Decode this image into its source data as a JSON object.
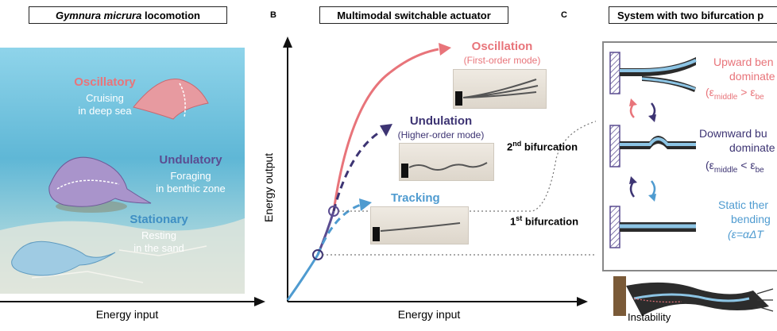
{
  "panel_a": {
    "title_italic": "Gymnura micrura",
    "title_rest": " locomotion",
    "modes": [
      {
        "name": "Oscillatory",
        "line1": "Cruising",
        "line2": "in deep sea",
        "color": "#e8747a"
      },
      {
        "name": "Undulatory",
        "line1": "Foraging",
        "line2": "in benthic zone",
        "color": "#5b4d91"
      },
      {
        "name": "Stationary",
        "line1": "Resting",
        "line2": "in the sand",
        "color": "#3f8fc4"
      }
    ],
    "xlabel": "Energy input"
  },
  "panel_b": {
    "letter": "B",
    "title": "Multimodal switchable actuator",
    "ylabel": "Energy output",
    "xlabel": "Energy input",
    "oscillation": {
      "name": "Oscillation",
      "sub": "(First-order mode)",
      "color": "#e8747a"
    },
    "undulation": {
      "name": "Undulation",
      "sub": "(Higher-order mode)",
      "color": "#3d3473"
    },
    "tracking": {
      "name": "Tracking",
      "color": "#4f9bd0"
    },
    "bifurcation2": {
      "num": "2",
      "sup": "nd",
      "text": " bifurcation"
    },
    "bifurcation1": {
      "num": "1",
      "sup": "st",
      "text": " bifurcation"
    }
  },
  "panel_c": {
    "letter": "C",
    "title": "System with two bifurcation p",
    "states": [
      {
        "line1": "Upward ben",
        "line2": "dominate",
        "line3": "(ε",
        "sub3": "middle",
        "rest3": " > ε",
        "sub3b": "be",
        "color": "#e8747a"
      },
      {
        "line1": "Downward bu",
        "line2": "dominate",
        "line3": "(ε",
        "sub3": "middle",
        "rest3": " < ε",
        "sub3b": "be",
        "color": "#3d3473"
      },
      {
        "line1": "Static ther",
        "line2": "bending",
        "line3": "(ε=αΔT",
        "color": "#4f9bd0"
      }
    ],
    "instability": "Instability"
  }
}
